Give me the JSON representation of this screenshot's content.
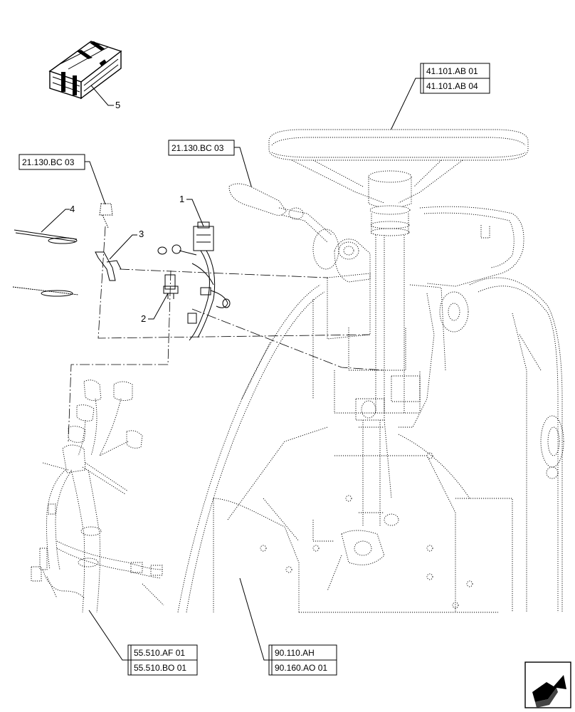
{
  "references": {
    "steering_wheel_top": "41.101.AB 01",
    "steering_wheel_bottom": "41.101.AB 04",
    "lever_ref": "21.130.BC 03",
    "switch_ref": "21.130.BC 03",
    "harness_top": "55.510.AF 01",
    "harness_bottom": "55.510.BO 01",
    "column_top": "90.110.AH",
    "column_bottom": "90.160.AO 01"
  },
  "callouts": {
    "item1": "1",
    "item2": "2",
    "item3": "3",
    "item4": "4",
    "item5": "5"
  },
  "icons": {
    "kit_box": "kit-crate-icon",
    "navigation": "next-page-arrow-icon"
  }
}
